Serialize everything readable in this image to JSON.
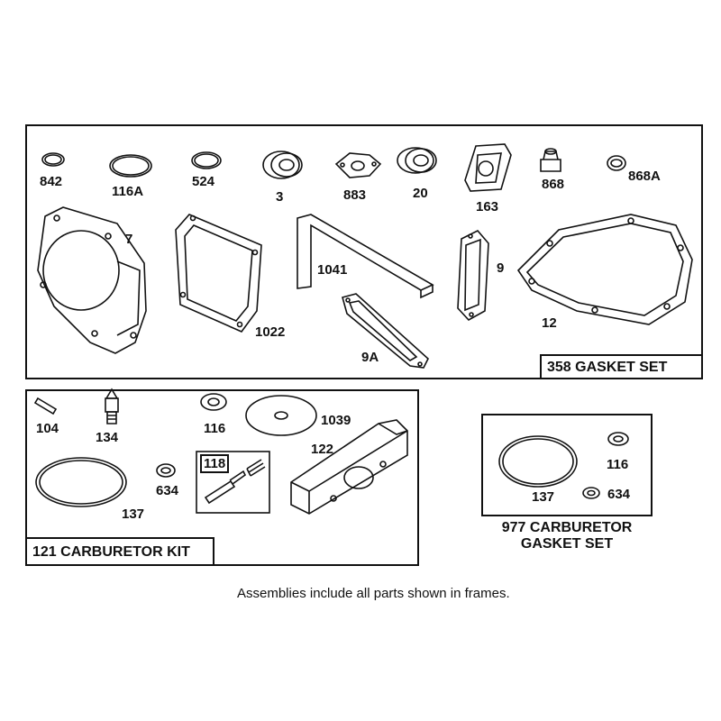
{
  "frames": {
    "gasket_set_label": "358 GASKET SET",
    "carb_kit_label": "121 CARBURETOR KIT",
    "carb_gasket_label_line1": "977 CARBURETOR",
    "carb_gasket_label_line2": "GASKET SET"
  },
  "parts": {
    "p842": "842",
    "p116a": "116A",
    "p524": "524",
    "p3": "3",
    "p883": "883",
    "p20": "20",
    "p163": "163",
    "p868": "868",
    "p868a": "868A",
    "p7": "7",
    "p1022": "1022",
    "p1041": "1041",
    "p9a": "9A",
    "p9": "9",
    "p12": "12",
    "p104": "104",
    "p134": "134",
    "p116": "116",
    "p1039": "1039",
    "p122": "122",
    "p118": "118",
    "p634": "634",
    "p137": "137",
    "p137b": "137",
    "p116b": "116",
    "p634b": "634"
  },
  "footer": {
    "note": "Assemblies include all parts shown in frames."
  }
}
